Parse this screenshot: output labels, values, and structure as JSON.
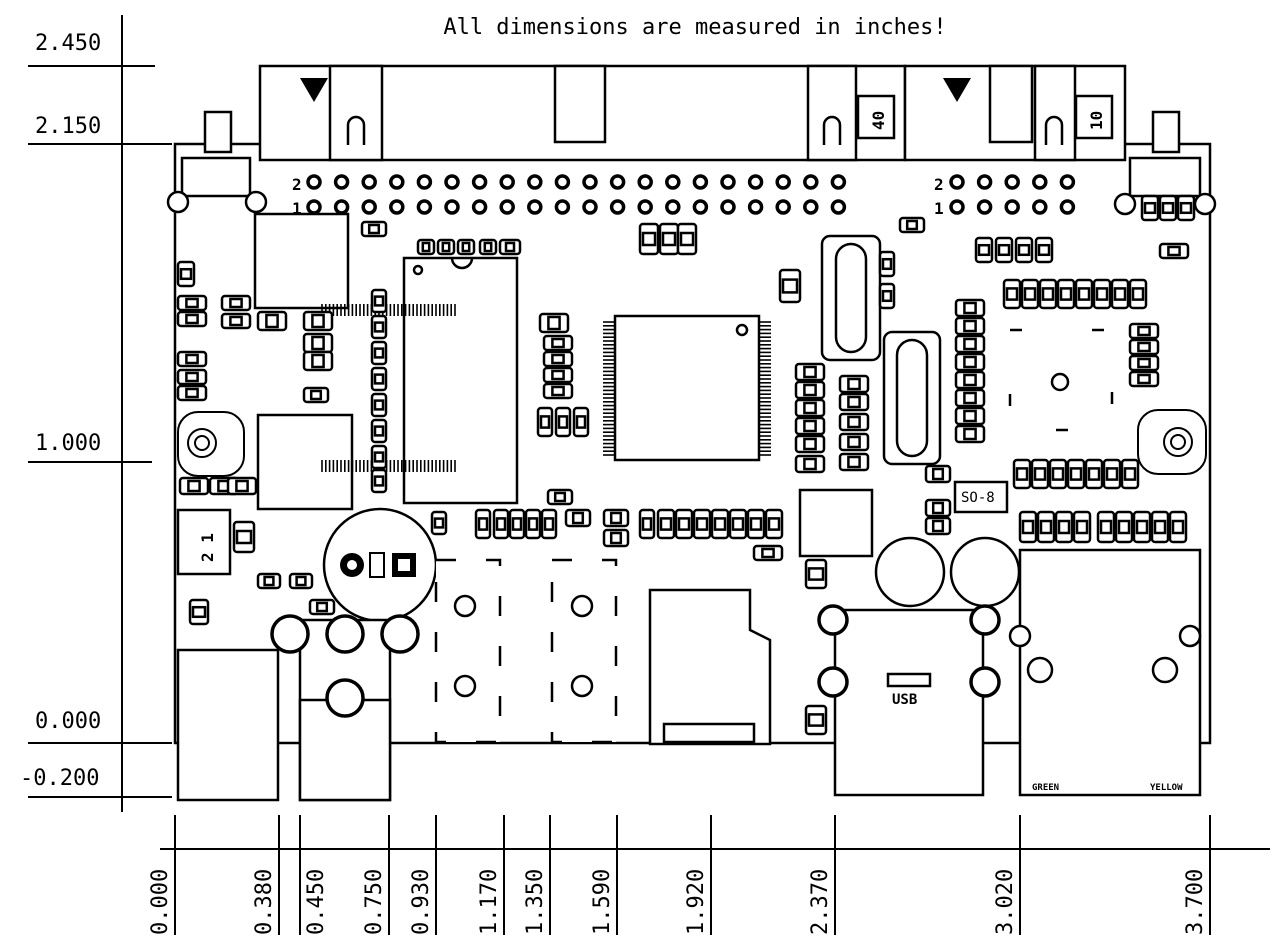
{
  "header": {
    "note": "All dimensions are measured in inches!"
  },
  "y_axis": {
    "labels": [
      "2.450",
      "2.150",
      "1.000",
      "0.000",
      "-0.200"
    ]
  },
  "x_axis": {
    "labels": [
      "0.000",
      "0.380",
      "0.450",
      "0.750",
      "0.930",
      "1.170",
      "1.350",
      "1.590",
      "1.920",
      "2.370",
      "3.020",
      "3.700"
    ]
  },
  "board": {
    "connector_pin_labels": [
      "40",
      "10"
    ],
    "header_pin_markers": [
      "2",
      "1",
      "2",
      "1"
    ],
    "chip_label": "SO-8",
    "usb_label": "USB",
    "led_labels": [
      "GREEN",
      "YELLOW"
    ],
    "jumper_label": "2 1"
  }
}
